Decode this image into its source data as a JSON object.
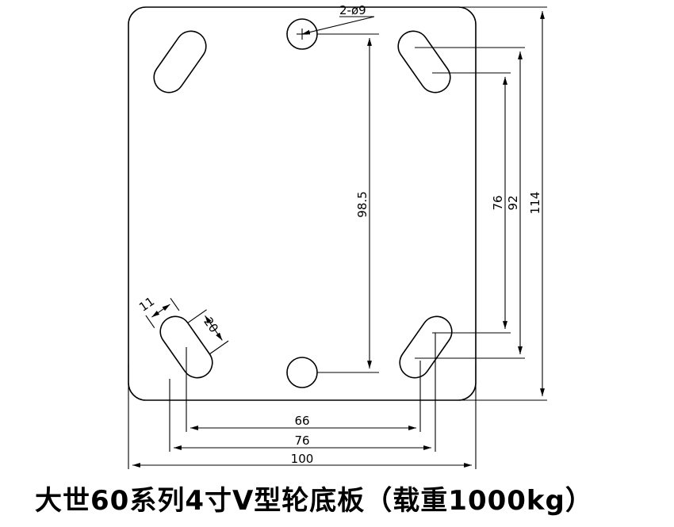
{
  "caption": "大世60系列4寸V型轮底板（载重1000kg）",
  "dimensions": {
    "hole_label": "2-ø9",
    "slot_width": "11",
    "slot_length": "20",
    "hole_spacing": "98.5",
    "slot_spacing_vertical_inner": "76",
    "slot_spacing_vertical_outer": "92",
    "plate_height": "114",
    "slot_spacing_horizontal_inner": "66",
    "slot_spacing_horizontal_outer": "76",
    "plate_width": "100"
  }
}
